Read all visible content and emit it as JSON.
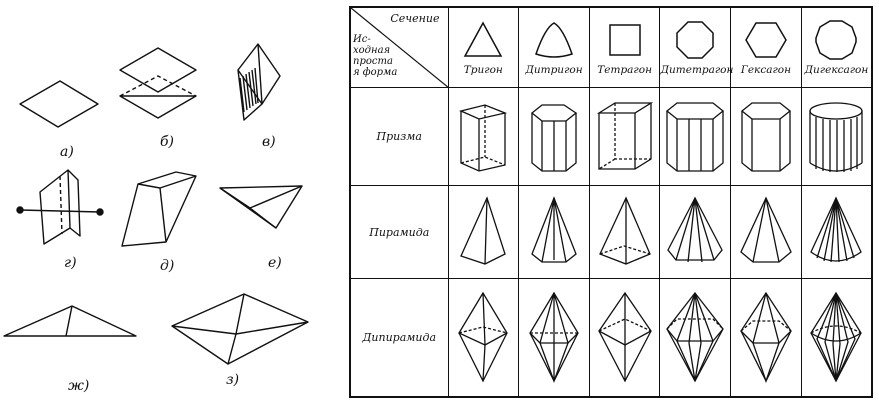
{
  "left_panel": {
    "labels": [
      "а)",
      "б)",
      "в)",
      "г)",
      "д)",
      "е)",
      "ж)",
      "з)"
    ]
  },
  "table": {
    "header_top": "Сечение",
    "header_left": "Ис-ходная простая форма",
    "columns": [
      "Тригон",
      "Дитригон",
      "Тетрагон",
      "Дитетрагон",
      "Гексагон",
      "Дигексагон"
    ],
    "rows": [
      "Призма",
      "Пирамида",
      "Дипирамида"
    ]
  }
}
